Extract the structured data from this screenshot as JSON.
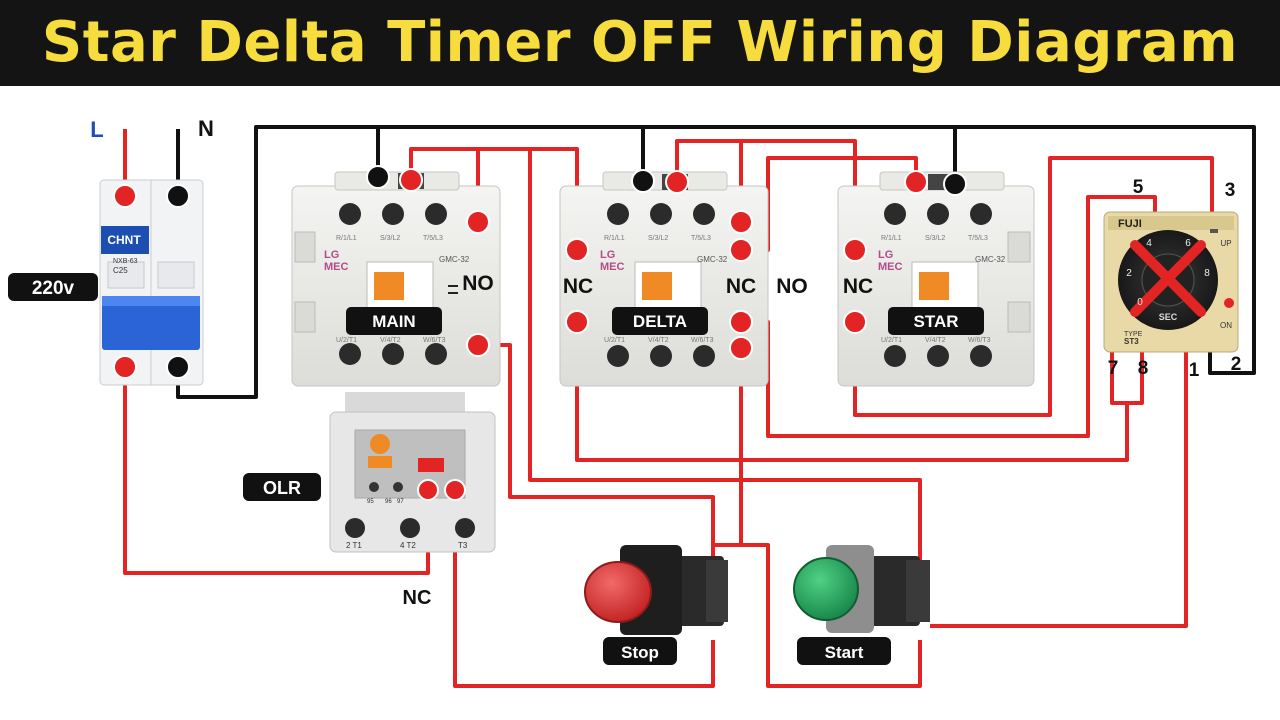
{
  "title": "Star Delta Timer OFF Wiring Diagram",
  "colors": {
    "title_bg": "#141414",
    "title_text": "#f6dc3c",
    "wire_line": "#e32424",
    "wire_neutral": "#111111",
    "label_bg": "#111111",
    "label_text": "#ffffff",
    "stop_button": "#d93636",
    "start_button": "#1f9a52"
  },
  "supply": {
    "line_label": "L",
    "neutral_label": "N",
    "voltage_label": "220v",
    "breaker_brand": "CHNT",
    "breaker_model": "NXB-63",
    "breaker_rating": "C25"
  },
  "contactors": [
    {
      "label": "MAIN",
      "brand_top": "LG",
      "brand_bottom": "MEC",
      "model": "GMC-32",
      "top_terminals": [
        "R/1/L1",
        "S/3/L2",
        "T/5/L3"
      ],
      "bottom_terminals": [
        "U/2/T1",
        "V/4/T2",
        "W/6/T3"
      ]
    },
    {
      "label": "DELTA",
      "brand_top": "LG",
      "brand_bottom": "MEC",
      "model": "GMC-32",
      "top_terminals": [
        "R/1/L1",
        "S/3/L2",
        "T/5/L3"
      ],
      "bottom_terminals": [
        "U/2/T1",
        "V/4/T2",
        "W/6/T3"
      ]
    },
    {
      "label": "STAR",
      "brand_top": "LG",
      "brand_bottom": "MEC",
      "model": "GMC-32",
      "top_terminals": [
        "R/1/L1",
        "S/3/L2",
        "T/5/L3"
      ],
      "bottom_terminals": [
        "U/2/T1",
        "V/4/T2",
        "W/6/T3"
      ]
    }
  ],
  "contact_labels": {
    "main_no": "NO",
    "delta_nc_left": "NC",
    "delta_nc_right": "NC",
    "delta_no": "NO",
    "star_nc": "NC",
    "olr_nc": "NC"
  },
  "olr": {
    "label": "OLR",
    "terminals": [
      "2 T1",
      "4 T2",
      "T3"
    ],
    "aux_terminals": [
      "95",
      "96",
      "97"
    ]
  },
  "timer": {
    "brand": "FUJI",
    "type_label": "TYPE",
    "type_value": "ST3",
    "unit_label": "SEC",
    "up_label": "UP",
    "on_label": "ON",
    "dial_numbers": [
      "0",
      "2",
      "4",
      "6",
      "8"
    ],
    "pins": [
      "5",
      "3",
      "7",
      "8",
      "1",
      "2"
    ],
    "status": "OFF (crossed out)"
  },
  "buttons": {
    "stop_label": "Stop",
    "start_label": "Start"
  }
}
